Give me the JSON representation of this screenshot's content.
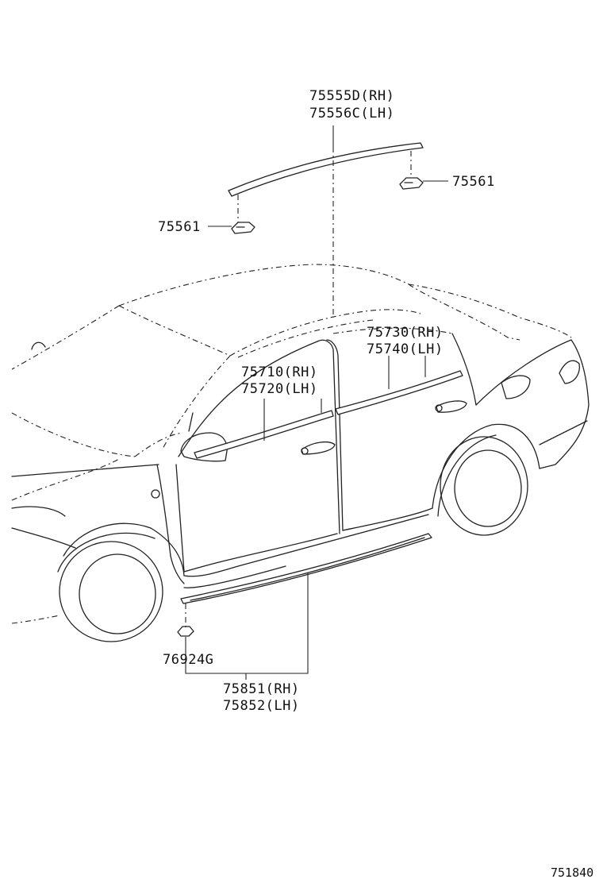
{
  "labels": {
    "roof_rh": "75555D(RH)",
    "roof_lh": "75556C(LH)",
    "clip_right": "75561",
    "clip_left": "75561",
    "rear_door_rh": "75730(RH)",
    "rear_door_lh": "75740(LH)",
    "front_door_rh": "75710(RH)",
    "front_door_lh": "75720(LH)",
    "rocker_clip": "76924G",
    "rocker_rh": "75851(RH)",
    "rocker_lh": "75852(LH)"
  },
  "figure_number": "751840"
}
